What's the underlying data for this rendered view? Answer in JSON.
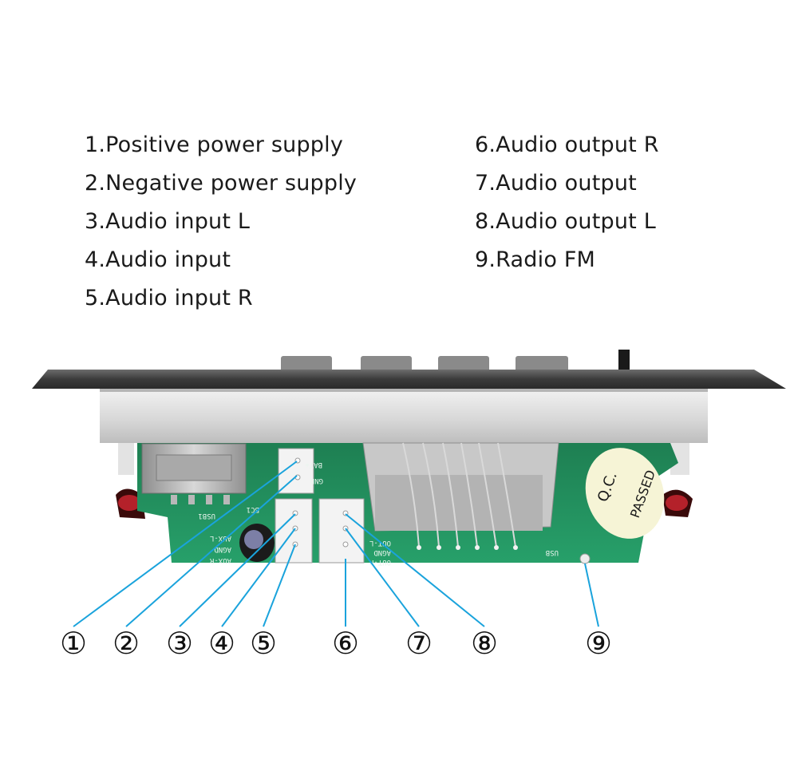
{
  "legend": {
    "left": [
      "1.Positive power supply",
      "2.Negative power supply",
      "3.Audio input L",
      "4.Audio input",
      "5.Audio input R"
    ],
    "right": [
      "6.Audio output R",
      "7.Audio output",
      "8.Audio output L",
      "9.Radio FM"
    ]
  },
  "callouts": [
    "①",
    "②",
    "③",
    "④",
    "⑤",
    "⑥",
    "⑦",
    "⑧",
    "⑨"
  ],
  "board_text": {
    "bat": "BAT+",
    "gnd": "GND",
    "usb1": "USB1",
    "bc1": "BC1",
    "auxl": "AUX-L",
    "agnd": "AGND",
    "auxr": "AUX-R",
    "outl": "OUT-L",
    "agnd2": "AGND",
    "outr": "OUT-R",
    "usb": "USB",
    "qc": "Q.C.",
    "passed": "PASSED"
  },
  "colors": {
    "leader_line": "#1aa3dc",
    "pcb": "#1f8a5a",
    "panel": "#d9d9d9",
    "panel_dark": "#3a3a3a"
  }
}
